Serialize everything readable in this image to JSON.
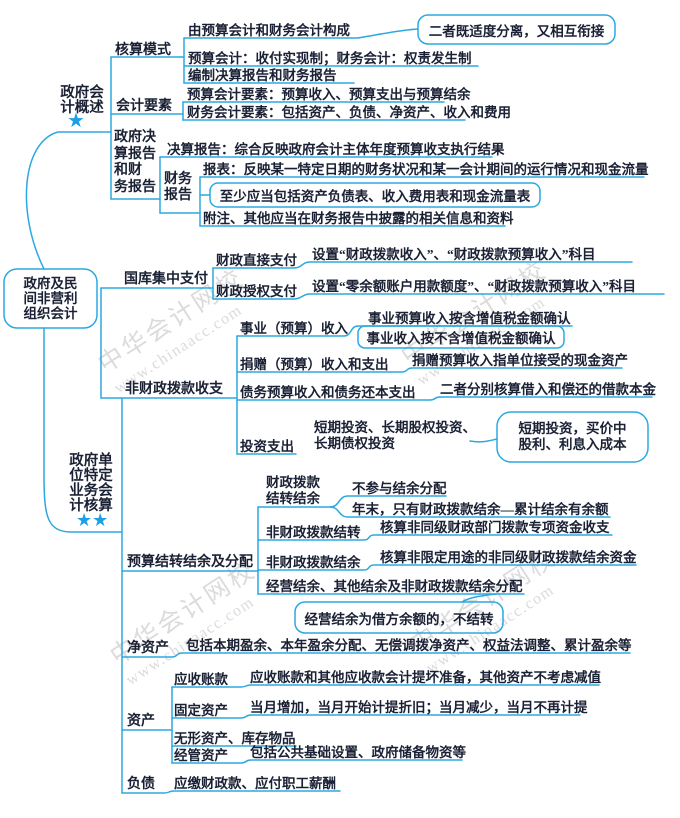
{
  "colors": {
    "line": "#2ba8e2",
    "text": "#1b2135",
    "star": "#1c9fe5",
    "watermark": "#cccccc"
  },
  "watermark": {
    "line1": "中华会计网校",
    "line2": "www.chinaacc.com"
  },
  "root": {
    "lines": [
      "政府及民",
      "间非营利",
      "组织会计"
    ]
  },
  "b1": {
    "label_lines": [
      "政府会",
      "计概述"
    ],
    "stars": "★",
    "hesuan": {
      "label": "核算模式",
      "leaf1": "由预算会计和财务会计构成",
      "leaf2": "预算会计：收付实现制；财务会计：权责发生制",
      "leaf3": "编制决算报告和财务报告",
      "callout": "二者既适度分离，又相互衔接"
    },
    "yaosu": {
      "label": "会计要素",
      "leaf1": "预算会计要素：预算收入、预算支出与预算结余",
      "leaf2": "财务会计要素：包括资产、负债、净资产、收入和费用"
    },
    "baogao": {
      "label_lines": [
        "政府决",
        "算报告",
        "和财",
        "务报告"
      ],
      "juesuan": "决算报告：综合反映政府会计主体年度预算收支执行结果",
      "caiwu": {
        "label_lines": [
          "财务",
          "报告"
        ],
        "baobiao": "报表：反映某一特定日期的财务状况和某一会计期间的运行情况和现金流量",
        "box": "至少应当包括资产负债表、收入费用表和现金流量表",
        "fuzhu": "附注、其他应当在财务报告中披露的相关信息和资料"
      }
    }
  },
  "b2": {
    "label_lines": [
      "政府单",
      "位特定",
      "业务会",
      "计核算"
    ],
    "stars": "★★",
    "guoku": {
      "label": "国库集中支付",
      "zhijie": {
        "label": "财政直接支付",
        "desc": "设置“财政拨款收入”、“财政拨款预算收入”科目"
      },
      "shouquan": {
        "label": "财政授权支付",
        "desc": "设置“零余额账户用款额度”、“财政拨款预算收入”科目"
      }
    },
    "feicz": {
      "label": "非财政拨款收支",
      "shiye": {
        "label": "事业（预算）收入",
        "desc": "事业预算收入按含增值税金额确认",
        "box": "事业收入按不含增值税金额确认"
      },
      "juanzeng": {
        "label": "捐赠（预算）收入和支出",
        "desc": "捐赠预算收入指单位接受的现金资产"
      },
      "zhaiwu": {
        "label": "债务预算收入和债务还本支出",
        "desc": "二者分别核算借入和偿还的借款本金"
      },
      "touzi": {
        "label": "投资支出",
        "desc_lines": [
          "短期投资、长期股权投资、",
          "长期债权投资"
        ],
        "callout_lines": [
          "短期投资，买价中",
          "股利、利息入成本"
        ]
      }
    },
    "jiezhuan": {
      "label": "预算结转结余及分配",
      "czjz": {
        "label_lines": [
          "财政拨款",
          "结转结余"
        ],
        "leaf1": "不参与结余分配",
        "leaf2": "年末，只有财政拨款结余—累计结余有余额"
      },
      "fjz": {
        "label": "非财政拨款结转",
        "desc": "核算非同级财政部门拨款专项资金收支"
      },
      "fjy": {
        "label": "非财政拨款结余",
        "desc": "核算非限定用途的非同级财政拨款结余资金"
      },
      "jy": {
        "label": "经营结余、其他结余及非财政拨款结余分配",
        "callout": "经营结余为借方余额的，不结转"
      }
    },
    "jzc": {
      "label": "净资产",
      "desc": "包括本期盈余、本年盈余分配、无偿调拨净资产、权益法调整、累计盈余等"
    },
    "zc": {
      "label": "资产",
      "ys": {
        "label": "应收账款",
        "desc": "应收账款和其他应收款会计提坏准备，其他资产不考虑减值"
      },
      "gd": {
        "label": "固定资产",
        "desc": "当月增加，当月开始计提折旧；当月减少，当月不再计提"
      },
      "wx": {
        "label": "无形资产、库存物品"
      },
      "jg": {
        "label": "经管资产",
        "desc": "包括公共基础设置、政府储备物资等"
      }
    },
    "fz": {
      "label": "负债",
      "desc": "应缴财政款、应付职工薪酬"
    }
  }
}
